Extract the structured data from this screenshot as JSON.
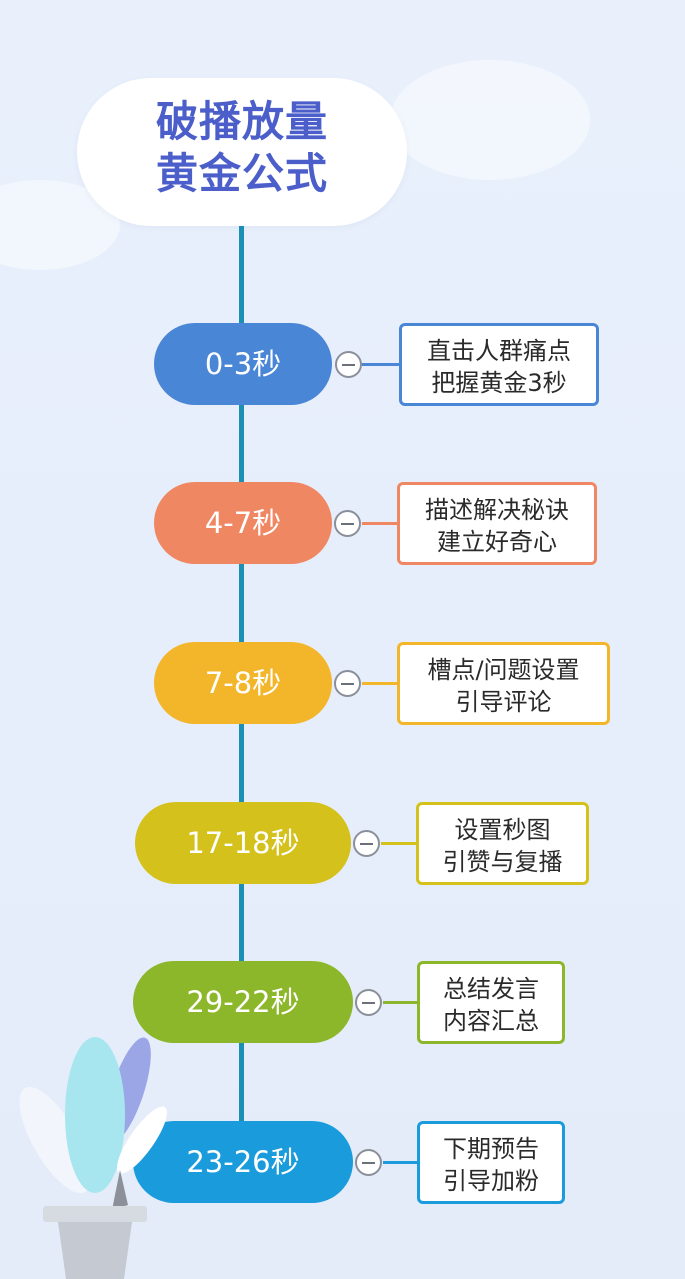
{
  "title": {
    "line1": "破播放量",
    "line2": "黄金公式"
  },
  "steps": [
    {
      "time": "0-3秒",
      "note_line1": "直击人群痛点",
      "note_line2": "把握黄金3秒",
      "color": "#4a86d6",
      "border": "#4a86d6"
    },
    {
      "time": "4-7秒",
      "note_line1": "描述解决秘诀",
      "note_line2": "建立好奇心",
      "color": "#f08763",
      "border": "#f08763"
    },
    {
      "time": "7-8秒",
      "note_line1": "槽点/问题设置",
      "note_line2": "引导评论",
      "color": "#f3b52a",
      "border": "#f3b52a"
    },
    {
      "time": "17-18秒",
      "note_line1": "设置秒图",
      "note_line2": "引赞与复播",
      "color": "#d4c11c",
      "border": "#d4c11c"
    },
    {
      "time": "29-22秒",
      "note_line1": "总结发言",
      "note_line2": "内容汇总",
      "color": "#8db72a",
      "border": "#8db72a"
    },
    {
      "time": "23-26秒",
      "note_line1": "下期预告",
      "note_line2": "引导加粉",
      "color": "#1a9bdc",
      "border": "#1a9bdc"
    }
  ],
  "icons": {
    "toggle": "minus-circle-icon",
    "decoration": "plant-icon"
  }
}
